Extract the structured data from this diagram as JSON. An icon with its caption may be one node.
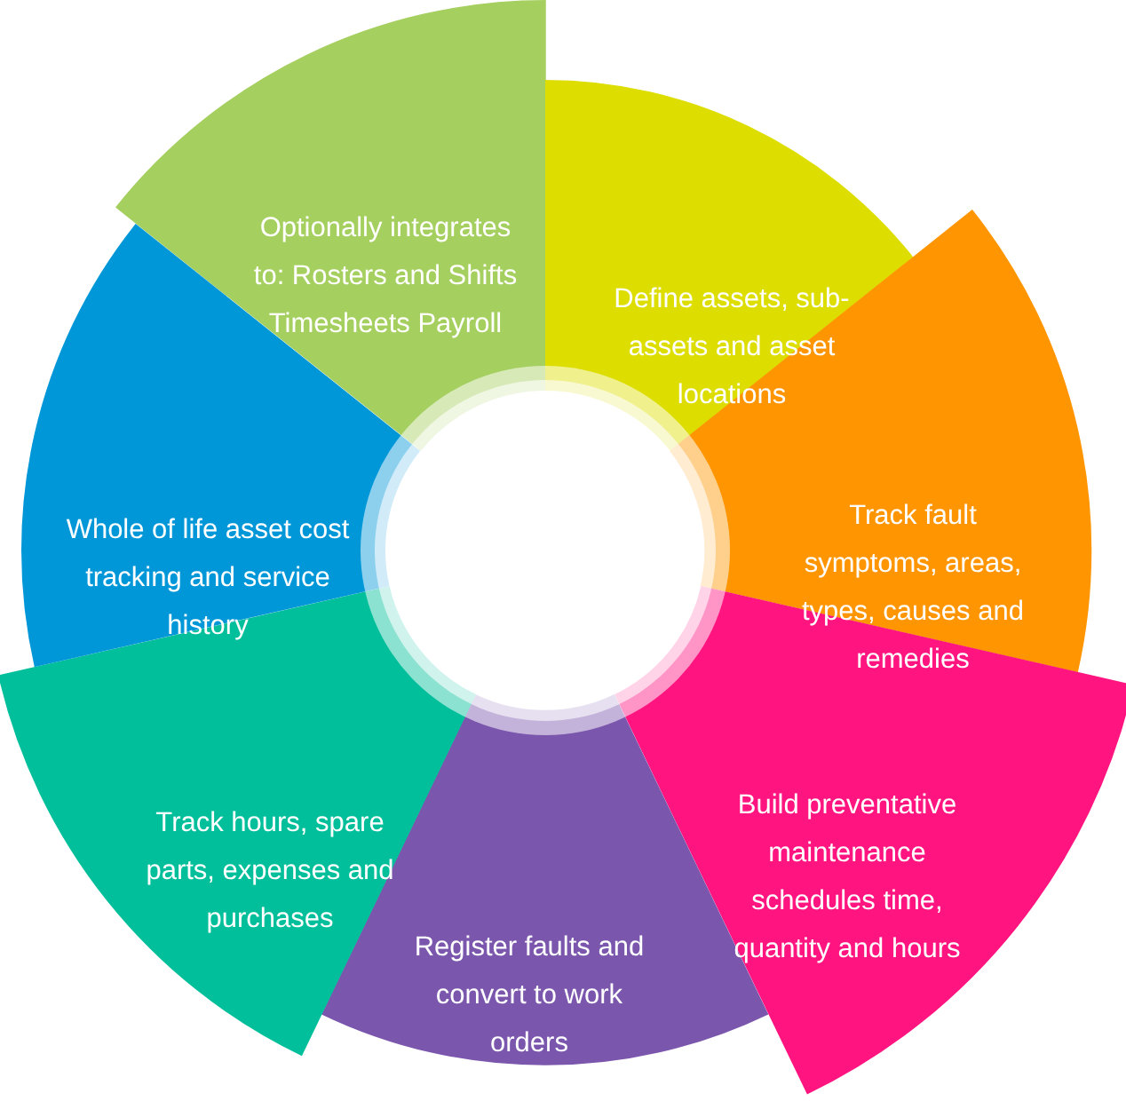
{
  "diagram": {
    "nodes": [
      {
        "text": [
          "Optionally integrates to: Rosters and Shifts Timesheets Payroll"
        ]
      },
      {
        "text": [
          "Define assets, sub-assets and asset locations"
        ]
      },
      {
        "text": [
          "Track fault symptoms, areas, types, causes and remedies"
        ]
      },
      {
        "text": [
          "Build preventative maintenance schedules time, quantity and hours"
        ]
      },
      {
        "text": [
          "Register faults and convert to work orders"
        ]
      },
      {
        "text": [
          "Track hours, spare parts, expenses and purchases"
        ]
      },
      {
        "text": [
          "Whole of life asset cost tracking and service history"
        ]
      }
    ]
  }
}
